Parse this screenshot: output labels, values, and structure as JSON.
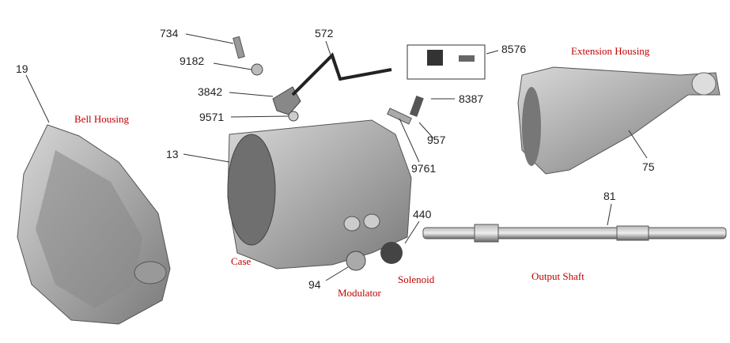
{
  "parts": {
    "p734": "734",
    "p572": "572",
    "p8576": "8576",
    "p9182": "9182",
    "p3842": "3842",
    "p8387": "8387",
    "p9571": "9571",
    "p957": "957",
    "p19": "19",
    "p13": "13",
    "p9761": "9761",
    "p75": "75",
    "p81": "81",
    "p440": "440",
    "p94": "94"
  },
  "names": {
    "bell_housing": "Bell Housing",
    "extension_housing": "Extension Housing",
    "case": "Case",
    "solenoid": "Solenoid",
    "modulator": "Modulator",
    "output_shaft": "Output Shaft"
  },
  "colors": {
    "label_red": "#c00000"
  }
}
